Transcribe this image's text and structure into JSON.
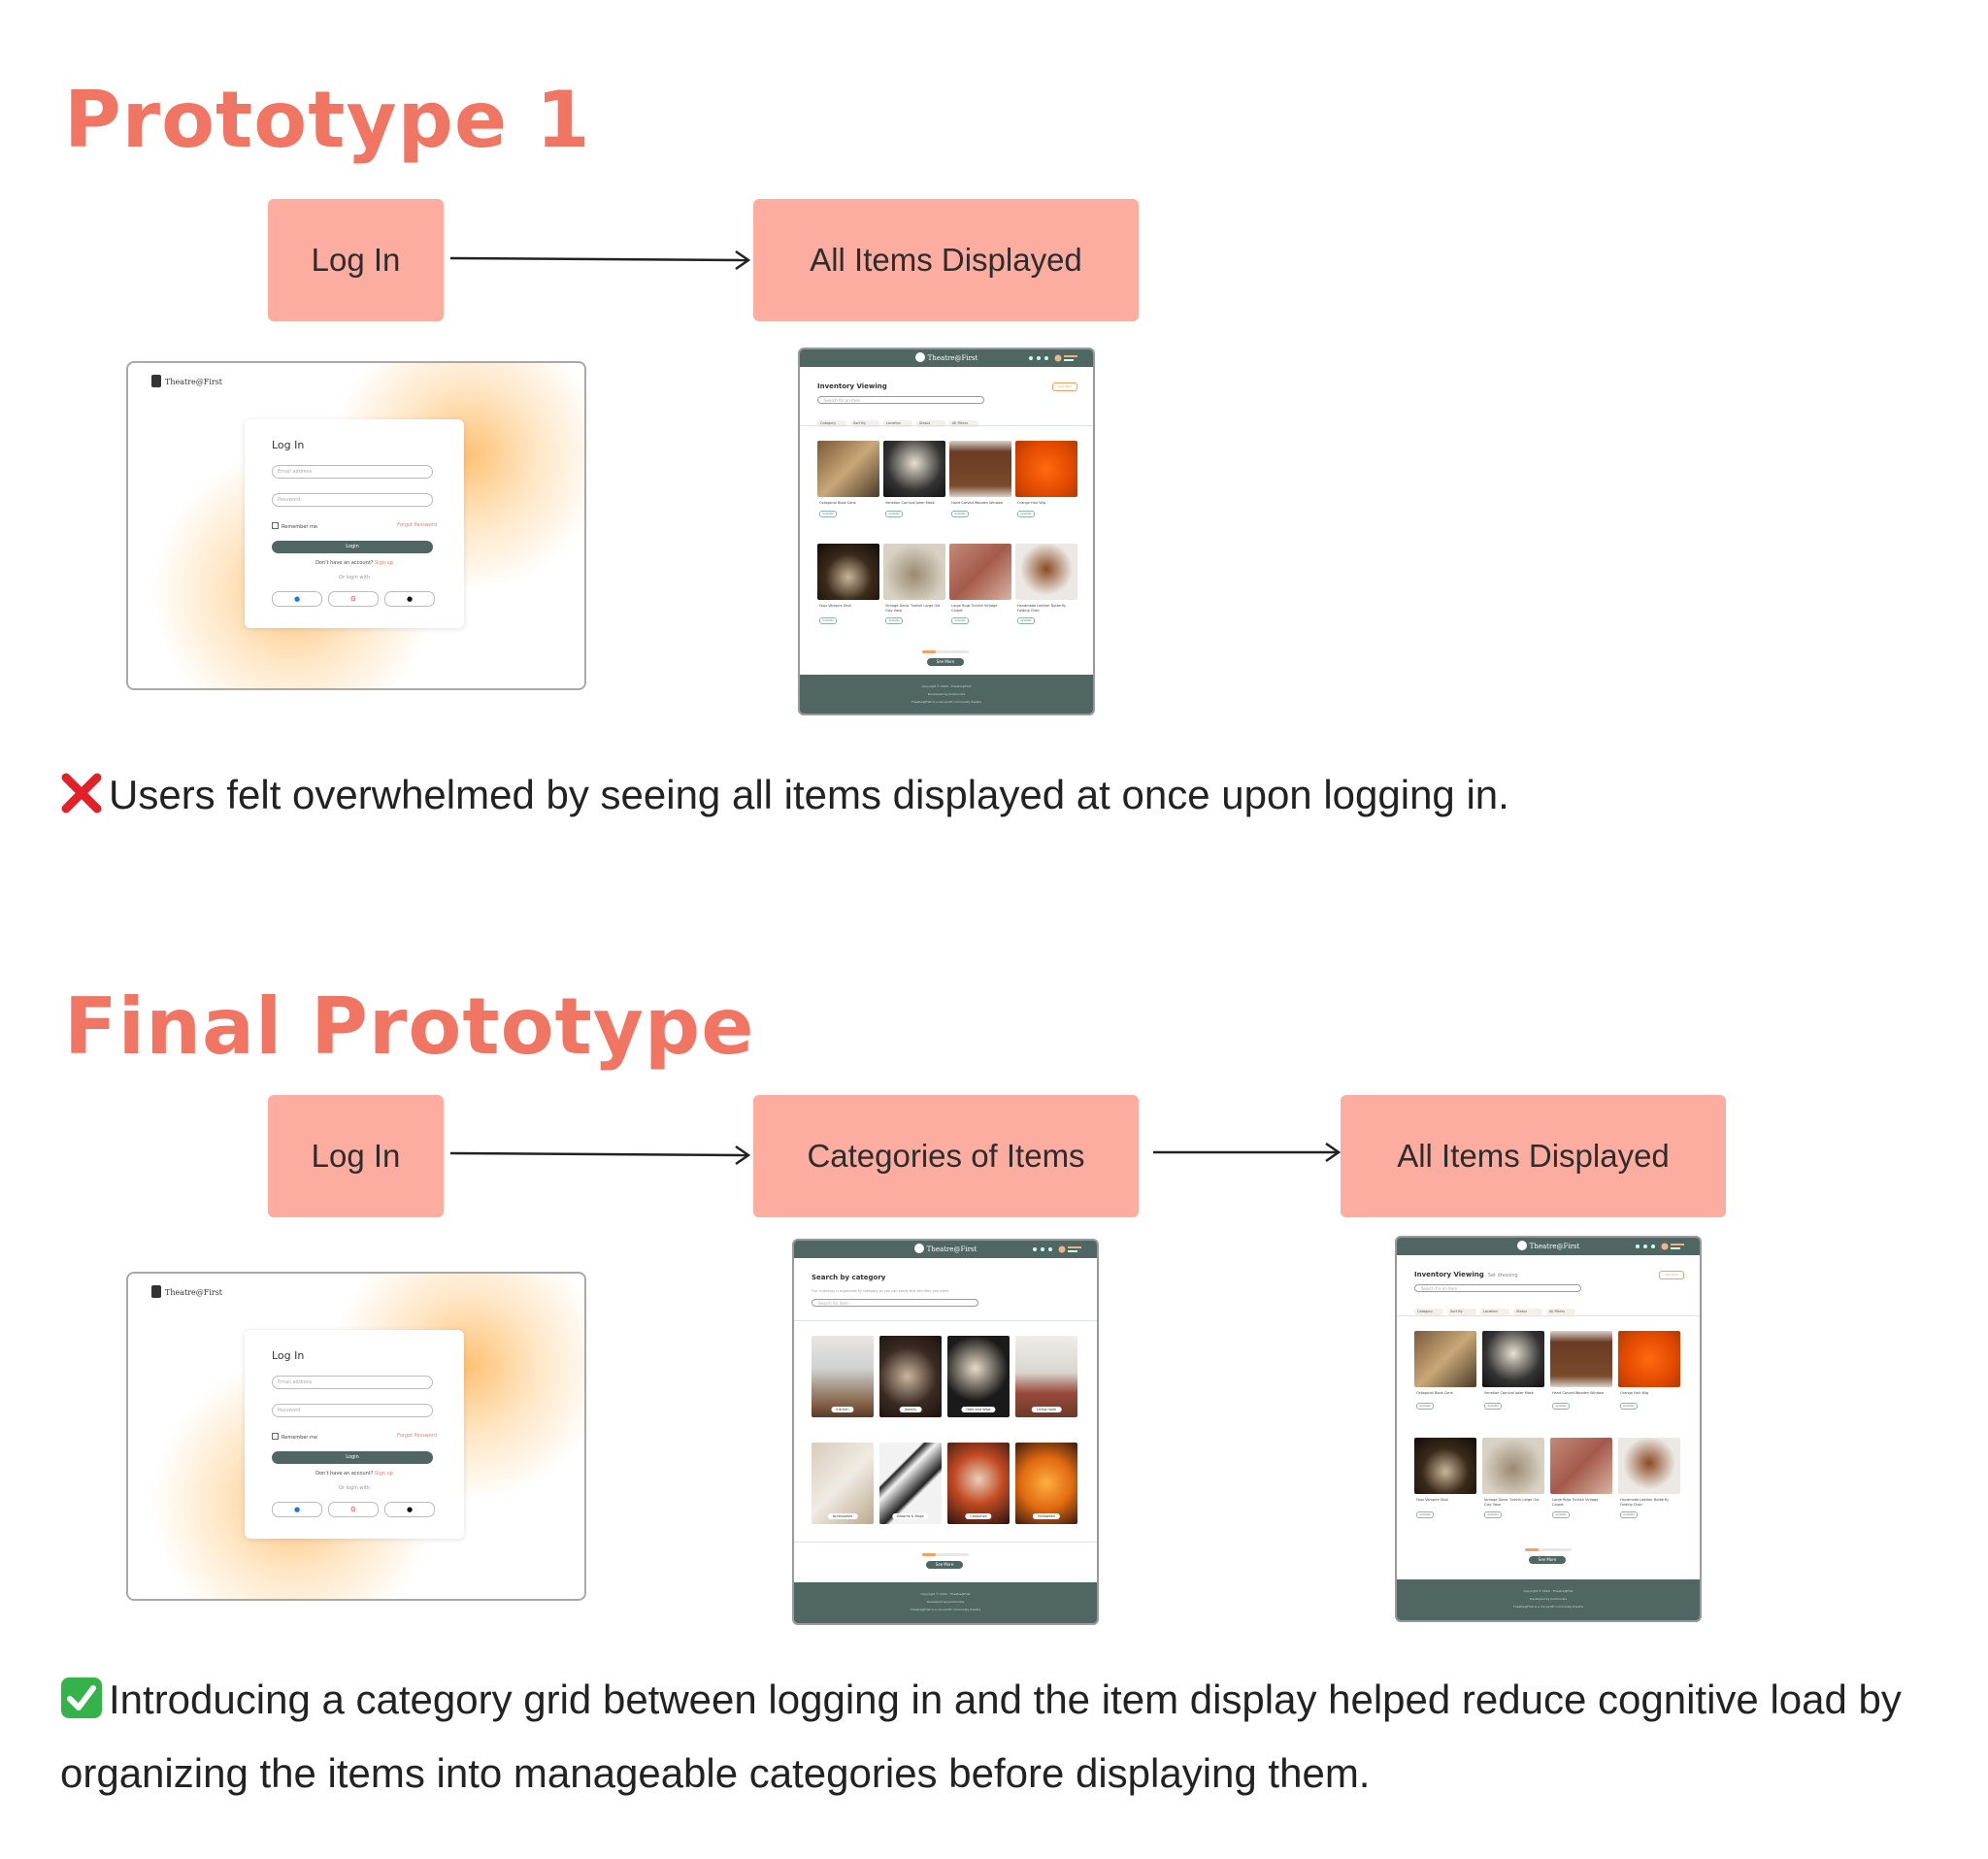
{
  "colors": {
    "heading": "#f07563",
    "box": "#fdaca0",
    "app_header": "#4f6662"
  },
  "section1": {
    "title": "Prototype 1",
    "steps": [
      "Log In",
      "All Items Displayed"
    ],
    "note_icon": "cross-mark-icon",
    "note": "Users felt overwhelmed by seeing all items displayed at once upon logging in."
  },
  "section2": {
    "title": "Final Prototype",
    "steps": [
      "Log In",
      "Categories of Items",
      "All Items Displayed"
    ],
    "note_icon": "check-mark-icon",
    "note": "Introducing a category grid between logging in and the item display helped reduce cognitive load by organizing the items into manageable categories before displaying them."
  },
  "login": {
    "brand": "Theatre@First",
    "title": "Log In",
    "email_placeholder": "Email address",
    "password_placeholder": "Password",
    "remember": "Remember me",
    "forgot": "Forgot Password",
    "button": "Login",
    "signup_prefix": "Don't have an account?",
    "signup_link": "Sign up",
    "or_login_with": "Or login with"
  },
  "inventory": {
    "brand": "Theatre@First",
    "title": "Inventory Viewing",
    "subtitle": "Set dressing",
    "add": "Add Item",
    "search_placeholder": "Search for an item",
    "filters": [
      "Category",
      "Sort By",
      "Location",
      "Status",
      "All Filters"
    ],
    "items": [
      {
        "name": "Octagonal Book Cone",
        "status": "Available"
      },
      {
        "name": "Venetian Carnival Joker Mask",
        "status": "Available"
      },
      {
        "name": "Hand Carved Wooden Window",
        "status": "Available"
      },
      {
        "name": "Orange Hair Wig",
        "status": "Available"
      },
      {
        "name": "Faux Vampire Skull",
        "status": "Available"
      },
      {
        "name": "Vintage Decor Turkish Large Old Clay Vase",
        "status": "Available"
      },
      {
        "name": "Large Rugs Turkish Vintage Carpet",
        "status": "Available"
      },
      {
        "name": "Handmade Leather Butterfly Folding Chair",
        "status": "Available"
      }
    ],
    "see_more": "See More",
    "footer": [
      "Copyright © 2024 - Theatre@First",
      "Developed by Jumbocode",
      "Theatre@First is a non-profit community theatre"
    ]
  },
  "categories": {
    "title": "Search by category",
    "description": "Our inventory is organized by category so you can easily find the item you need.",
    "search_placeholder": "Search for item",
    "items": [
      "Kitchen",
      "Jewelry",
      "Hats and Wigs",
      "Living room",
      "Accessories",
      "Brooms & Mops",
      "Costumes",
      "Halloween"
    ],
    "see_more": "See More"
  }
}
